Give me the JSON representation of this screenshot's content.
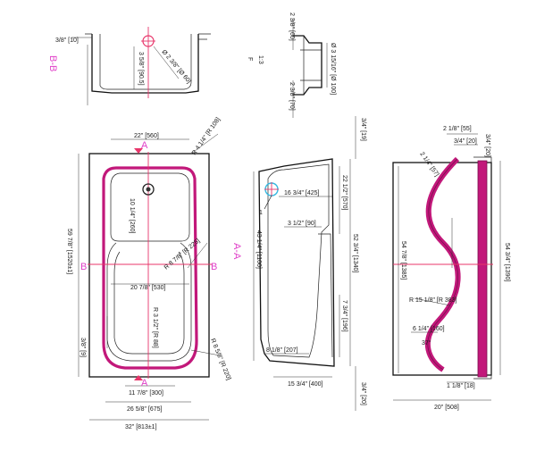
{
  "section_labels": {
    "bb": "B-B",
    "aa": "A-A",
    "a_top": "A",
    "a_bottom": "A",
    "b_left": "B",
    "b_right": "B"
  },
  "detail_f": {
    "label": "F",
    "scale": "1:3"
  },
  "bb_view": {
    "dims": [
      "3/8\" [10]",
      "3 5/8\" [90.5]",
      "Ø 2 3/8\" [Ø 60]"
    ]
  },
  "detail_dims": [
    "2 3/8\" [60]",
    "Ø 3 15/16\" [Ø 100]",
    "2 3/8\" [70]"
  ],
  "plan_view": {
    "dims": [
      "22\" [560]",
      "R 4 1/4\" [R 108]",
      "10 1/4\" [260]",
      "59 7/8\" [1520±1]",
      "R 8 7/8\" [R 225]",
      "20 7/8\" [530]",
      "R 3 1/2\" [R 88]",
      "3/8\" [9]",
      "R 8 5/8\" [R 220]",
      "11 7/8\" [300]",
      "26 5/8\" [675]",
      "32\" [813±1]"
    ]
  },
  "section_aa": {
    "dims": [
      "3/4\" [19]",
      "16 3/4\" [425]",
      "22 1/2\" [570]",
      "3 1/2\" [90]",
      "43 1/4\" [1100]",
      "52 3/4\" [1340]",
      "7 3/4\" [196]",
      "8 1/8\" [207]",
      "15 3/4\" [400]",
      "3/4\" [20]",
      "1"
    ]
  },
  "section_bb_long": {
    "dims": [
      "2 1/8\" [55]",
      "3/4\" [20]",
      "3/4\" [20]",
      "2 1/4\" [57]",
      "54 7/8\" [1385]",
      "54 3/4\" [1390]",
      "R 15 1/8\" [R 383]",
      "6 1/4\" [160]",
      "37°",
      "1 1/8\" [18]",
      "20\" [508]"
    ]
  }
}
